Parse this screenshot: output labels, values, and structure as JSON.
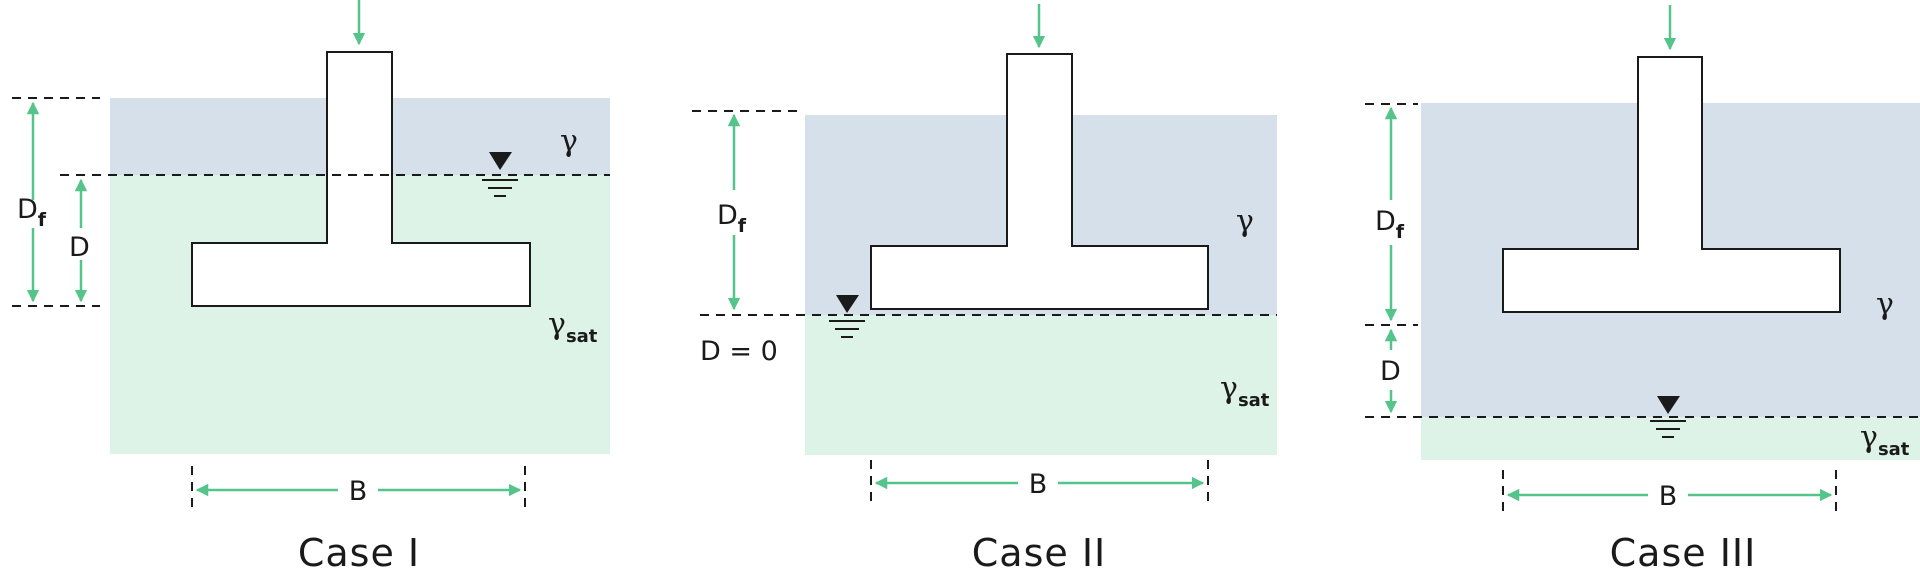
{
  "colors": {
    "dry_soil": "#d6e0ea",
    "saturated_soil": "#ddf3e8",
    "dimension": "#55c48a",
    "outline": "#1a1a1a"
  },
  "labels": {
    "gamma": "γ",
    "sat": "sat",
    "D": "D",
    "f": "f",
    "D_zero": "D = 0",
    "B": "B"
  },
  "cases": [
    {
      "title": "Case I"
    },
    {
      "title": "Case II"
    },
    {
      "title": "Case III"
    }
  ]
}
